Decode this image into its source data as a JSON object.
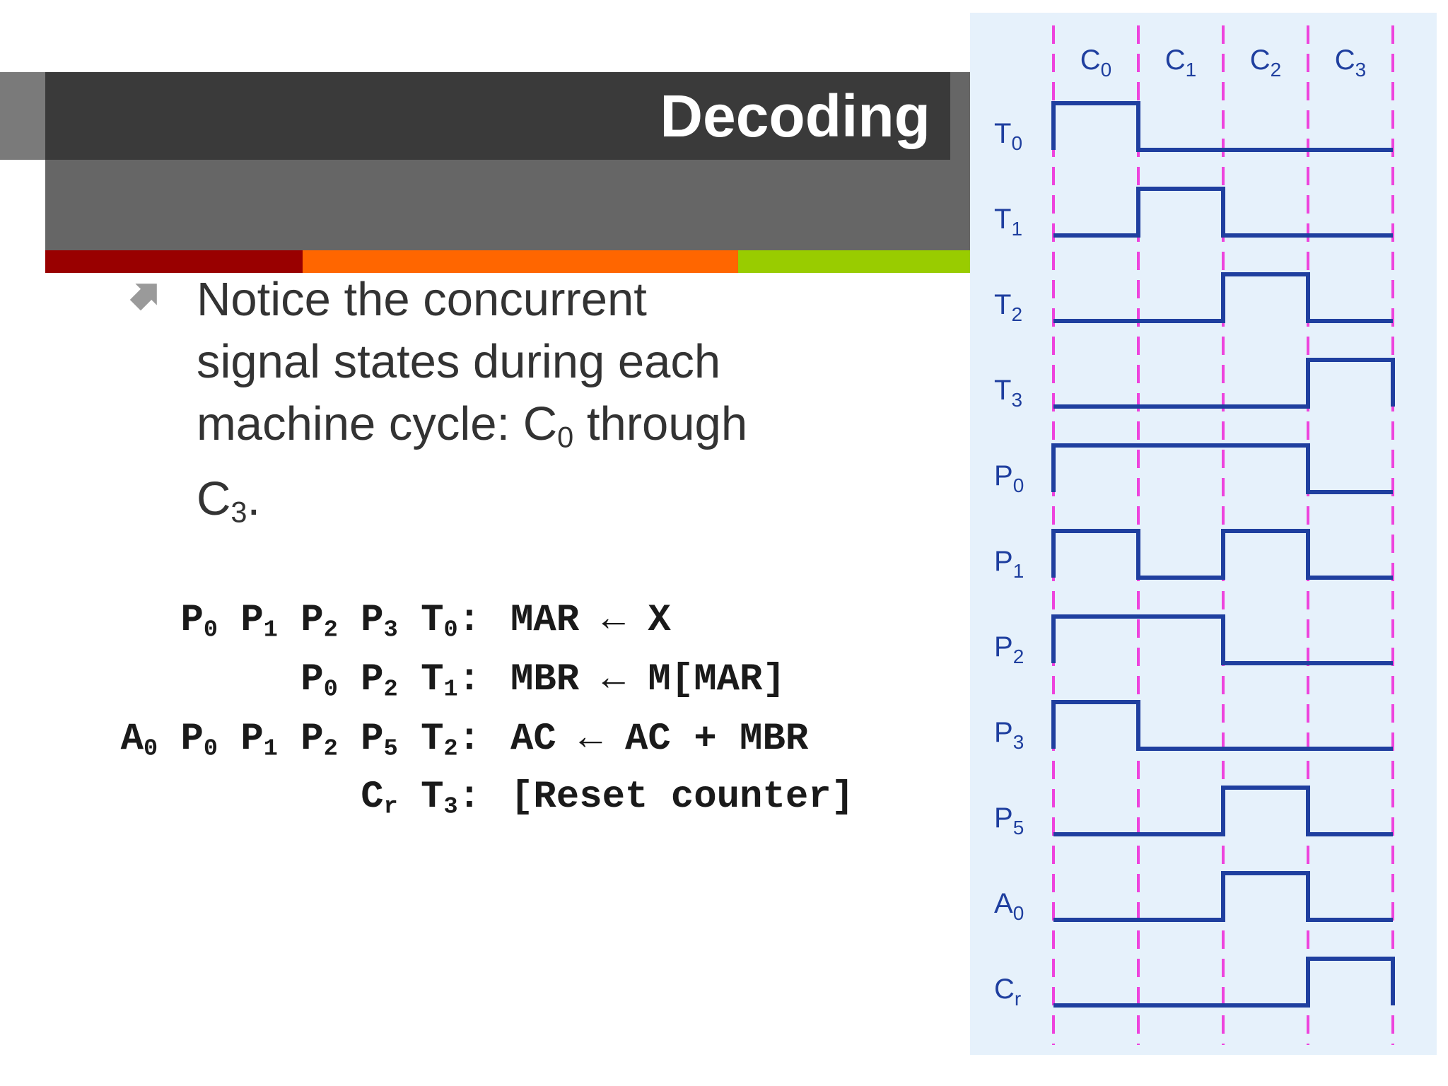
{
  "slide": {
    "title": "Decoding",
    "bullet": {
      "icon": "arrow-up-right-icon",
      "line1": "Notice the concurrent",
      "line2": "signal states during each",
      "line3_pre": "machine cycle: C",
      "line3_sub": "0",
      "line3_post": " through",
      "line4_pre": "C",
      "line4_sub": "3",
      "line4_post": "."
    },
    "stripe_colors": [
      "#990000",
      "#ff6600",
      "#99cc00"
    ]
  },
  "microops": [
    {
      "signals": [
        {
          "base": "P",
          "sub": "0"
        },
        {
          "base": "P",
          "sub": "1"
        },
        {
          "base": "P",
          "sub": "2"
        },
        {
          "base": "P",
          "sub": "3"
        },
        {
          "base": "T",
          "sub": "0"
        }
      ],
      "action": "MAR ← X"
    },
    {
      "signals": [
        {
          "base": "P",
          "sub": "0"
        },
        {
          "base": "P",
          "sub": "2"
        },
        {
          "base": "T",
          "sub": "1"
        }
      ],
      "action": "MBR ← M[MAR]"
    },
    {
      "signals": [
        {
          "base": "A",
          "sub": "0"
        },
        {
          "base": "P",
          "sub": "0"
        },
        {
          "base": "P",
          "sub": "1"
        },
        {
          "base": "P",
          "sub": "2"
        },
        {
          "base": "P",
          "sub": "5"
        },
        {
          "base": "T",
          "sub": "2"
        }
      ],
      "action": "AC ← AC + MBR"
    },
    {
      "signals": [
        {
          "base": "C",
          "sub": "r"
        },
        {
          "base": "T",
          "sub": "3"
        }
      ],
      "action": "[Reset counter]"
    }
  ],
  "timing": {
    "cycles": [
      {
        "base": "C",
        "sub": "0"
      },
      {
        "base": "C",
        "sub": "1"
      },
      {
        "base": "C",
        "sub": "2"
      },
      {
        "base": "C",
        "sub": "3"
      }
    ],
    "signals": [
      {
        "base": "T",
        "sub": "0",
        "levels": [
          1,
          0,
          0,
          0
        ]
      },
      {
        "base": "T",
        "sub": "1",
        "levels": [
          0,
          1,
          0,
          0
        ]
      },
      {
        "base": "T",
        "sub": "2",
        "levels": [
          0,
          0,
          1,
          0
        ]
      },
      {
        "base": "T",
        "sub": "3",
        "levels": [
          0,
          0,
          0,
          1
        ]
      },
      {
        "base": "P",
        "sub": "0",
        "levels": [
          1,
          1,
          1,
          0
        ]
      },
      {
        "base": "P",
        "sub": "1",
        "levels": [
          1,
          0,
          1,
          0
        ]
      },
      {
        "base": "P",
        "sub": "2",
        "levels": [
          1,
          1,
          0,
          0
        ]
      },
      {
        "base": "P",
        "sub": "3",
        "levels": [
          1,
          0,
          0,
          0
        ]
      },
      {
        "base": "P",
        "sub": "5",
        "levels": [
          0,
          0,
          1,
          0
        ]
      },
      {
        "base": "A",
        "sub": "0",
        "levels": [
          0,
          0,
          1,
          0
        ]
      },
      {
        "base": "C",
        "sub": "r",
        "levels": [
          0,
          0,
          0,
          1
        ]
      }
    ],
    "colors": {
      "waveform": "#1f3f9f",
      "divider": "#ee44dd",
      "label": "#1f3f9f",
      "panel": "#e6f1fb"
    }
  }
}
